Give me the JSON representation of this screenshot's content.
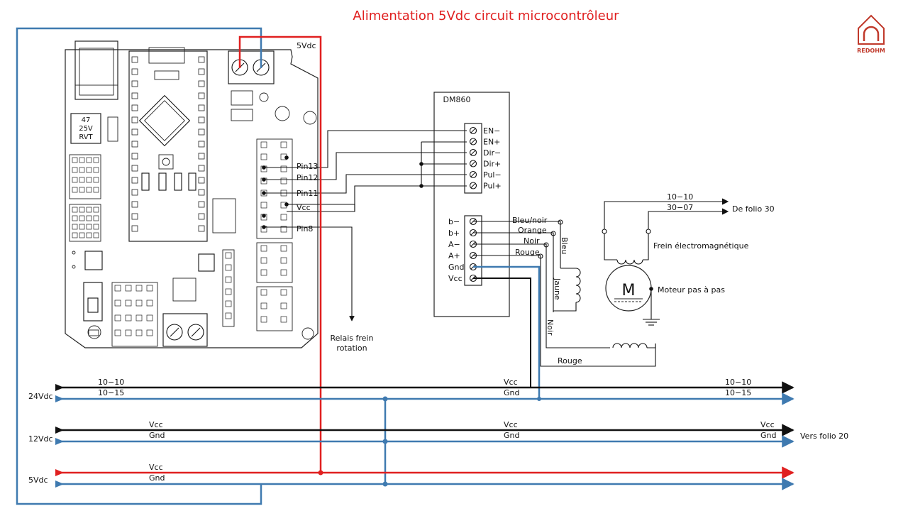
{
  "title": "Alimentation 5Vdc circuit microcontrôleur",
  "logo": {
    "text": "REDOHM",
    "color": "#c0392b"
  },
  "colors": {
    "red": "#e02020",
    "blue": "#3f7ab0",
    "black": "#111111"
  },
  "board": {
    "supply_label": "5Vdc",
    "pins": [
      {
        "label": "Pin13"
      },
      {
        "label": "Pin12"
      },
      {
        "label": "Pin11"
      },
      {
        "label": "Vcc"
      },
      {
        "label": "Pin8"
      }
    ],
    "cap": {
      "line1": "47",
      "line2": "25V",
      "line3": "RVT"
    }
  },
  "driver": {
    "name": "DM860",
    "signal_terminals": [
      "EN−",
      "EN+",
      "Dir−",
      "Dir+",
      "Pul−",
      "Pul+"
    ],
    "power_terminals": [
      "b−",
      "b+",
      "A−",
      "A+",
      "Gnd",
      "Vcc"
    ]
  },
  "motor_wires": [
    {
      "label": "Bleu/noir"
    },
    {
      "label": "Orange"
    },
    {
      "label": "Noir"
    },
    {
      "label": "Rouge"
    }
  ],
  "winding_labels": {
    "bleu": "Bleu",
    "jaune": "Jaune",
    "noir": "Noir",
    "rouge": "Rouge"
  },
  "relay": {
    "line1": "Relais frein",
    "line2": "rotation"
  },
  "brake": {
    "wire1": "10−10",
    "wire2": "30−07",
    "from": "De folio 30",
    "label": "Frein électromagnétique"
  },
  "motor": {
    "symbol": "M",
    "label": "Moteur pas à pas"
  },
  "rails": {
    "v24": {
      "name": "24Vdc",
      "top_left": "10−10",
      "bottom_left": "10−15",
      "top_mid": "Vcc",
      "bottom_mid": "Gnd",
      "top_right": "10−10",
      "bottom_right": "10−15"
    },
    "v12": {
      "name": "12Vdc",
      "top_left": "Vcc",
      "bottom_left": "Gnd",
      "top_mid": "Vcc",
      "bottom_mid": "Gnd",
      "top_right": "Vcc",
      "bottom_right": "Gnd",
      "dest": "Vers folio 20"
    },
    "v5": {
      "name": "5Vdc",
      "top_left": "Vcc",
      "bottom_left": "Gnd"
    }
  }
}
